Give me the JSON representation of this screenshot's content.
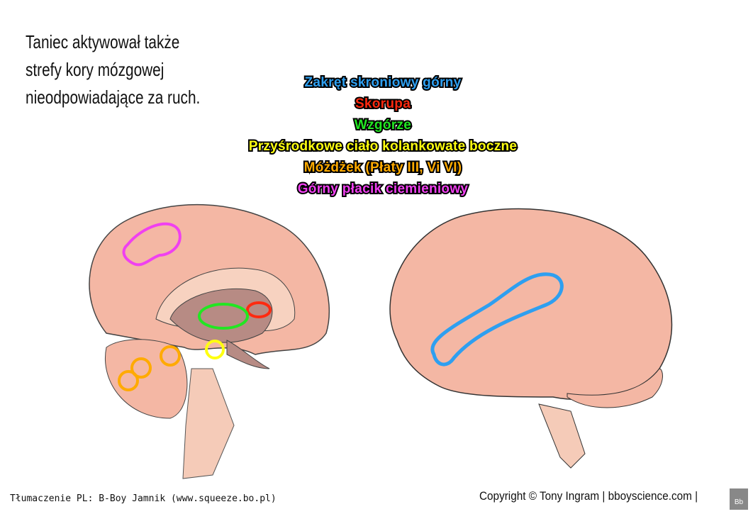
{
  "intro_text": [
    "Taniec aktywował także",
    "strefy kory mózgowej",
    "nieodpowiadające za ruch."
  ],
  "legend": [
    {
      "label": "Zakręt skroniowy górny",
      "color": "#2e9ff0"
    },
    {
      "label": "Skorupa",
      "color": "#ff2a10"
    },
    {
      "label": "Wzgórze",
      "color": "#22e622"
    },
    {
      "label": "Przyśrodkowe ciało kolankowate boczne",
      "color": "#ffff10"
    },
    {
      "label": "Móżdżek (Płaty III, Vi VI)",
      "color": "#ffaa00"
    },
    {
      "label": "Górny płacik ciemieniowy",
      "color": "#f040f0"
    }
  ],
  "footer": {
    "translation": "Tłumaczenie PL: B-Boy Jamnik (www.squeeze.bo.pl)",
    "copyright": "Copyright © Tony Ingram | bboyscience.com |",
    "logo": "Bb"
  }
}
